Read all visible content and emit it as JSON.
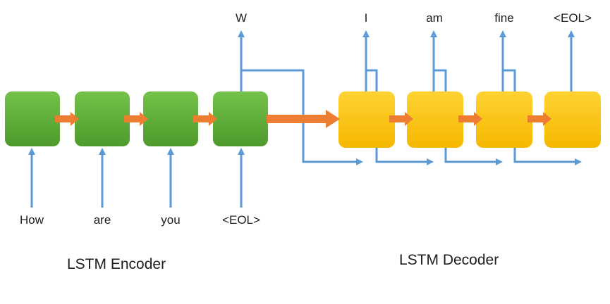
{
  "encoder": {
    "caption": "LSTM Encoder",
    "inputs": [
      "How",
      "are",
      "you",
      "<EOL>"
    ],
    "outputs": [
      "W"
    ],
    "cell_color": "#5fae36"
  },
  "decoder": {
    "caption": "LSTM Decoder",
    "outputs": [
      "I",
      "am",
      "fine",
      "<EOL>"
    ],
    "cell_color": "#ffc312"
  },
  "colors": {
    "arrow_blue": "#5b9bd5",
    "arrow_orange": "#ed7d31"
  }
}
